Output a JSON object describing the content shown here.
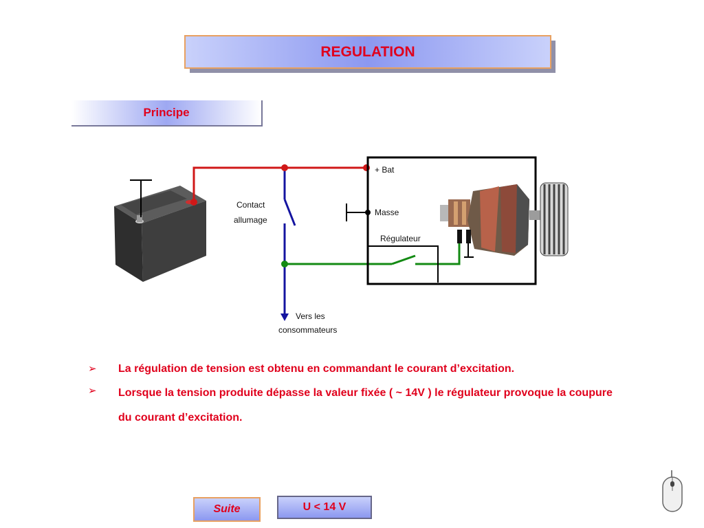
{
  "slide": {
    "title": "REGULATION",
    "section": "Principe"
  },
  "diagram": {
    "label_contact_line1": "Contact",
    "label_contact_line2": "allumage",
    "label_bat": "+ Bat",
    "label_masse": "Masse",
    "label_regulateur": "Régulateur",
    "label_vers_line1": "Vers les",
    "label_vers_line2": "consommateurs",
    "colors": {
      "positive_wire": "#d01818",
      "excitation_wire": "#138a13",
      "consumer_wire": "#1414a0",
      "node": "#d01818"
    }
  },
  "bullets": [
    {
      "text": "La régulation de tension est obtenu en commandant le courant d’excitation."
    },
    {
      "text": "Lorsque la tension produite dépasse la valeur fixée ( ~ 14V ) le régulateur provoque la coupure du courant d’excitation."
    }
  ],
  "buttons": {
    "suite": "Suite",
    "u_less_14v": "U < 14 V"
  },
  "icons": {
    "bullet": "arrowhead-bullet-icon",
    "mouse": "mouse-icon"
  }
}
